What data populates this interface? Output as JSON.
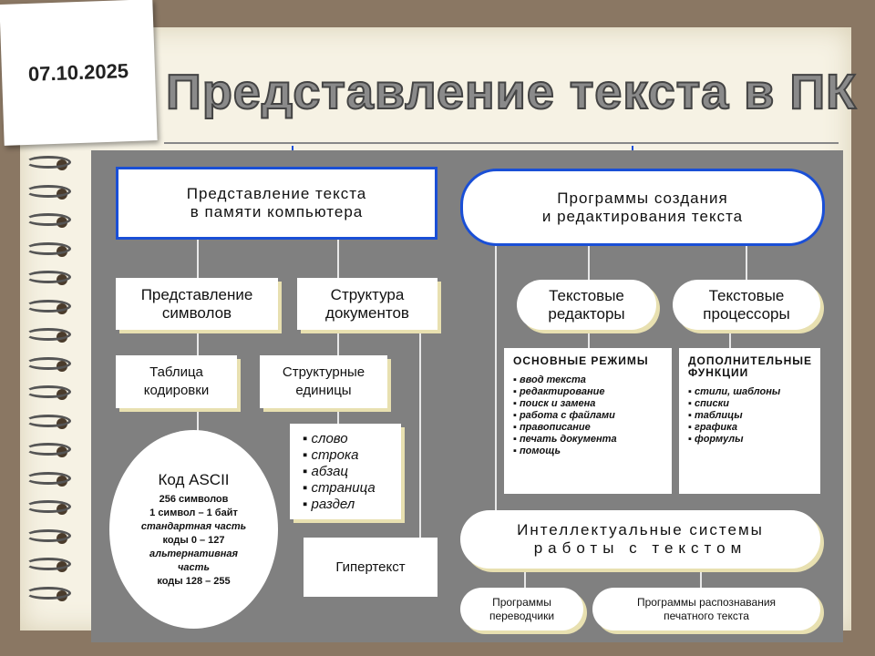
{
  "date": "07.10.2025",
  "title": "Представление текста в ПК",
  "nodes": {
    "memory": [
      "Представление текста",
      "в памяти компьютера"
    ],
    "programs": [
      "Программы создания",
      "и редактирования текста"
    ],
    "symbols": [
      "Представление",
      "символов"
    ],
    "structure": [
      "Структура",
      "документов"
    ],
    "editors": [
      "Текстовые",
      "редакторы"
    ],
    "processors": [
      "Текстовые",
      "процессоры"
    ],
    "table": [
      "Таблица",
      "кодировки"
    ],
    "units": [
      "Структурные",
      "единицы"
    ],
    "units_list": [
      "слово",
      "строка",
      "абзац",
      "страница",
      "раздел"
    ],
    "ascii": {
      "title": "Код ASCII",
      "lines": [
        "256 символов",
        "1 символ – 1 байт",
        "стандартная часть",
        "коды 0 – 127",
        "альтернативная",
        "часть",
        "коды 128 – 255"
      ]
    },
    "hypertext": "Гипертекст",
    "modes": {
      "heading": "ОСНОВНЫЕ РЕЖИМЫ",
      "items": [
        "ввод текста",
        "редактирование",
        "поиск и замена",
        "работа с файлами",
        "правописание",
        "печать документа",
        "помощь"
      ]
    },
    "extra": {
      "heading": "ДОПОЛНИТЕЛЬНЫЕ ФУНКЦИИ",
      "items": [
        "стили, шаблоны",
        "списки",
        "таблицы",
        "графика",
        "формулы"
      ]
    },
    "intellectual": [
      "Интеллектуальные системы",
      "работы с текстом"
    ],
    "translators": [
      "Программы",
      "переводчики"
    ],
    "recognition": [
      "Программы распознавания",
      "печатного текста"
    ]
  }
}
